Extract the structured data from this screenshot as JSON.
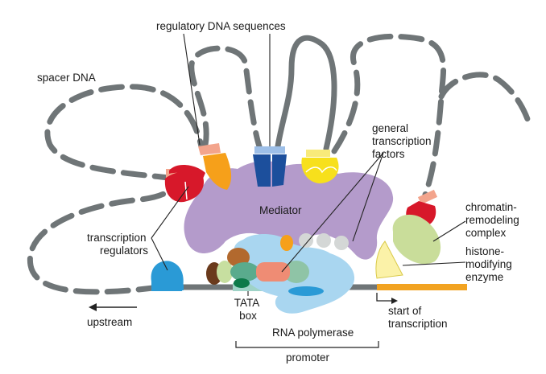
{
  "labels": {
    "regulatory_dna": "regulatory DNA sequences",
    "spacer_dna": "spacer DNA",
    "general_tf": [
      "general",
      "transcription",
      "factors"
    ],
    "mediator": "Mediator",
    "chromatin_remodeling": [
      "chromatin-",
      "remodeling",
      "complex"
    ],
    "transcription_regulators": [
      "transcription",
      "regulators"
    ],
    "histone_modifying": [
      "histone-",
      "modifying",
      "enzyme"
    ],
    "tata_box": [
      "TATA",
      "box"
    ],
    "upstream": "upstream",
    "start_of_transcription": [
      "start of",
      "transcription"
    ],
    "rna_polymerase": "RNA polymerase",
    "promoter": "promoter"
  },
  "colors": {
    "dna": "#6f7577",
    "mediator": "#b49bcb",
    "regulator_red": "#d7182a",
    "regulator_orange": "#f6a01a",
    "regulator_blue": "#1c4f9c",
    "regulator_yellow": "#f7e01c",
    "regulator_cyan": "#2a9ad6",
    "polymerase": "#a9d6f0",
    "remodeling": "#c9dd9a",
    "histone_enzyme": "#fbf2a8",
    "transcribed_dna": "#f2a321",
    "tata": "#9fd3c7"
  }
}
